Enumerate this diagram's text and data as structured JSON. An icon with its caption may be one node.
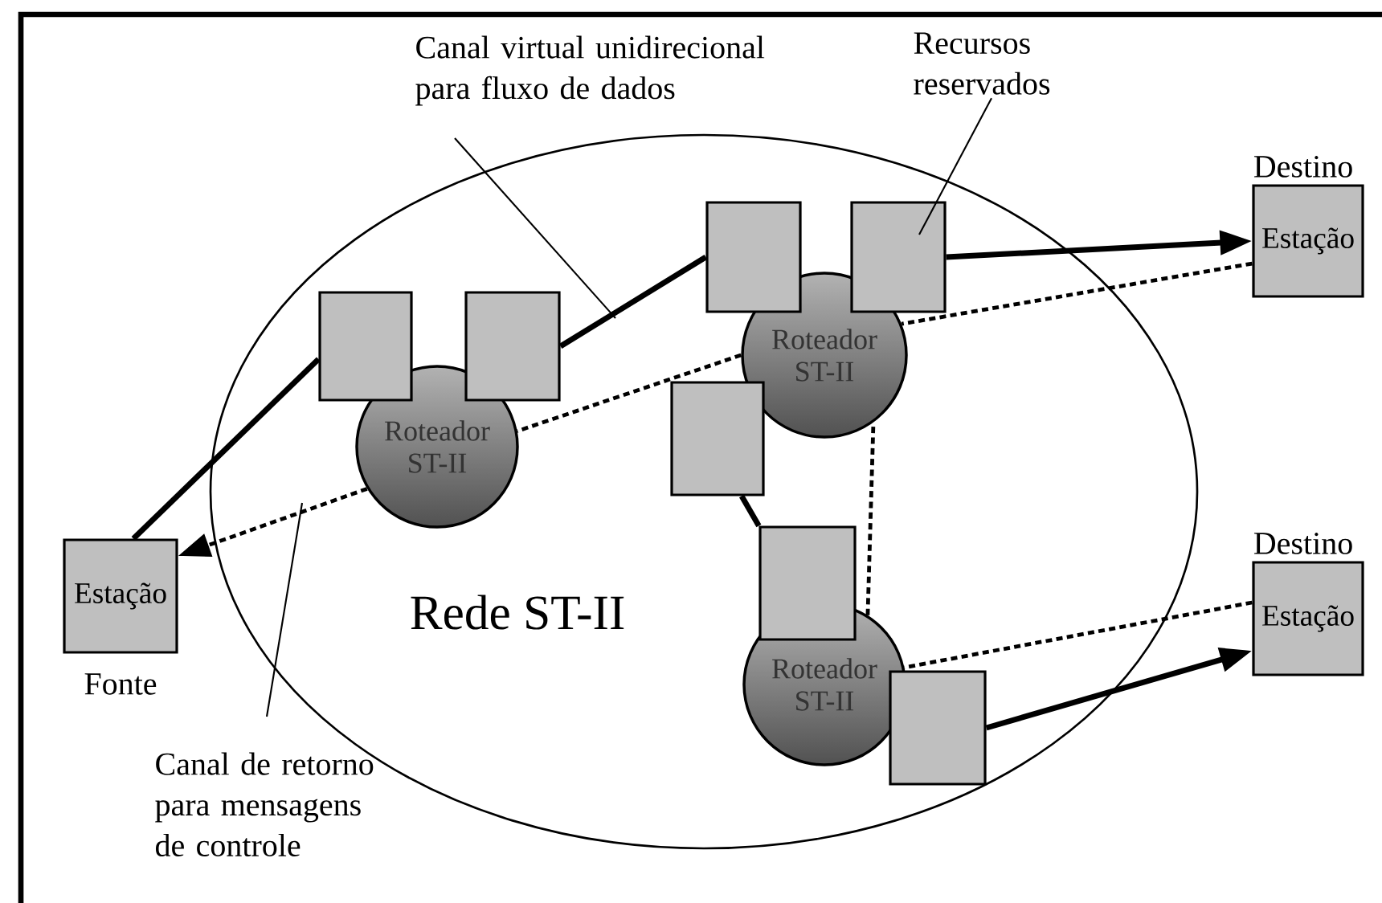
{
  "diagram": {
    "nodes": [
      {
        "text": [
          "Rede ST-II"
        ]
      },
      {
        "text": [
          "Canal virtual unidirecional para fluxo de dados"
        ]
      },
      {
        "text": [
          "Recursos reservados"
        ]
      },
      {
        "text": [],
        "shape": "box",
        "in": 0
      },
      {
        "text": [],
        "shape": "box",
        "in": 0
      },
      {
        "text": [
          "Estação"
        ],
        "beside": [
          "Destino"
        ]
      },
      {
        "text": [],
        "shape": "box",
        "in": 0
      },
      {
        "text": [],
        "shape": "box",
        "in": 0
      },
      {
        "text": [
          "Roteador ST-II"
        ],
        "in": 0
      },
      {
        "text": [],
        "shape": "box",
        "in": 0
      },
      {
        "text": [
          "Roteador ST-II"
        ],
        "in": 0
      },
      {
        "text": [],
        "shape": "box",
        "in": 0
      },
      {
        "text": [
          "Estação"
        ],
        "beside": [
          "Fonte"
        ]
      },
      {
        "text": [
          "Estação"
        ],
        "beside": [
          "Destino"
        ]
      },
      {
        "text": [
          "Roteador ST-II"
        ],
        "in": 0
      },
      {
        "text": [],
        "shape": "box",
        "in": 0
      },
      {
        "text": [
          "Canal de retorno para mensagens de controle"
        ]
      }
    ],
    "edges": [
      {
        "from": 12,
        "to": 6,
        "arrow": "none"
      },
      {
        "from": 7,
        "to": 3,
        "arrow": "none"
      },
      {
        "from": 4,
        "to": 5,
        "arrow": "to"
      },
      {
        "from": 9,
        "to": 11,
        "arrow": "none"
      },
      {
        "from": 15,
        "to": 13,
        "arrow": "to"
      },
      {
        "from": 5,
        "to": 8,
        "arrow": "none",
        "style": "dashed"
      },
      {
        "from": 8,
        "to": 10,
        "arrow": "none",
        "style": "dashed"
      },
      {
        "from": 10,
        "to": 12,
        "arrow": "to",
        "style": "dashed"
      },
      {
        "from": 14,
        "to": 8,
        "arrow": "none",
        "style": "dashed"
      },
      {
        "from": 13,
        "to": 14,
        "arrow": "none",
        "style": "dashed"
      },
      {
        "from": 1,
        "to": null,
        "arrow": "none"
      },
      {
        "from": 2,
        "to": 4,
        "arrow": "none"
      },
      {
        "from": 16,
        "to": null,
        "arrow": "none"
      }
    ]
  }
}
